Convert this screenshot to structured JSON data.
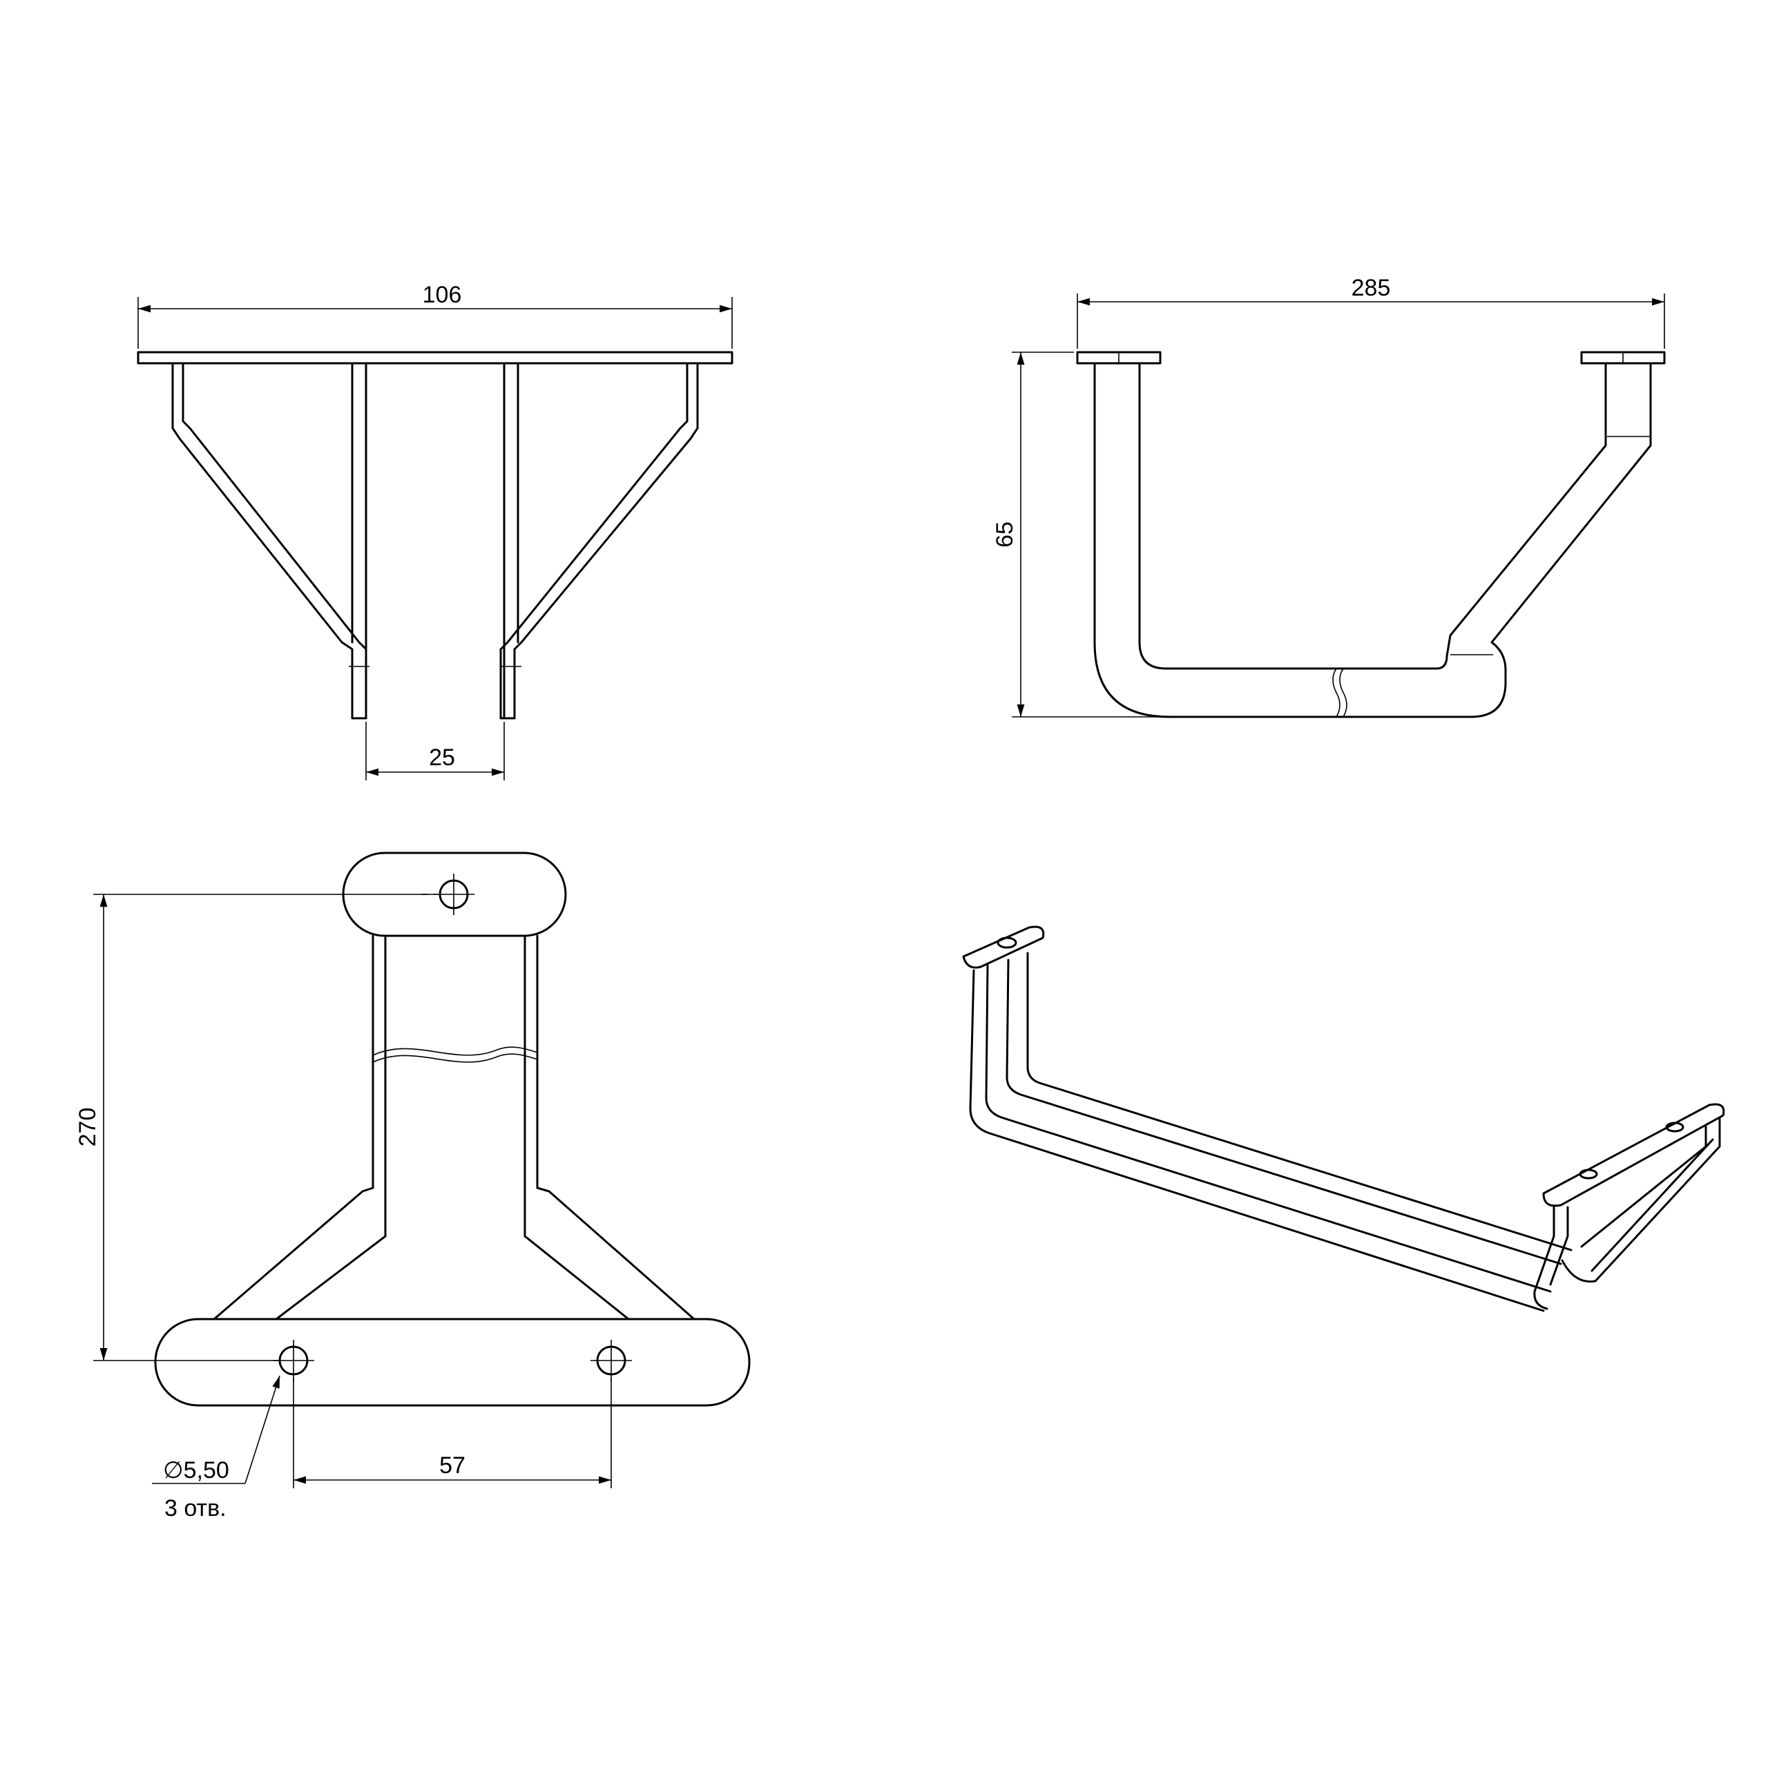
{
  "views": {
    "front": {
      "dim_width": "106",
      "dim_gap": "25"
    },
    "side": {
      "dim_length": "285",
      "dim_height": "65"
    },
    "plan": {
      "dim_length": "270",
      "dim_spacing": "57",
      "hole_callout": "∅5,50",
      "hole_count": "3 отв."
    }
  }
}
